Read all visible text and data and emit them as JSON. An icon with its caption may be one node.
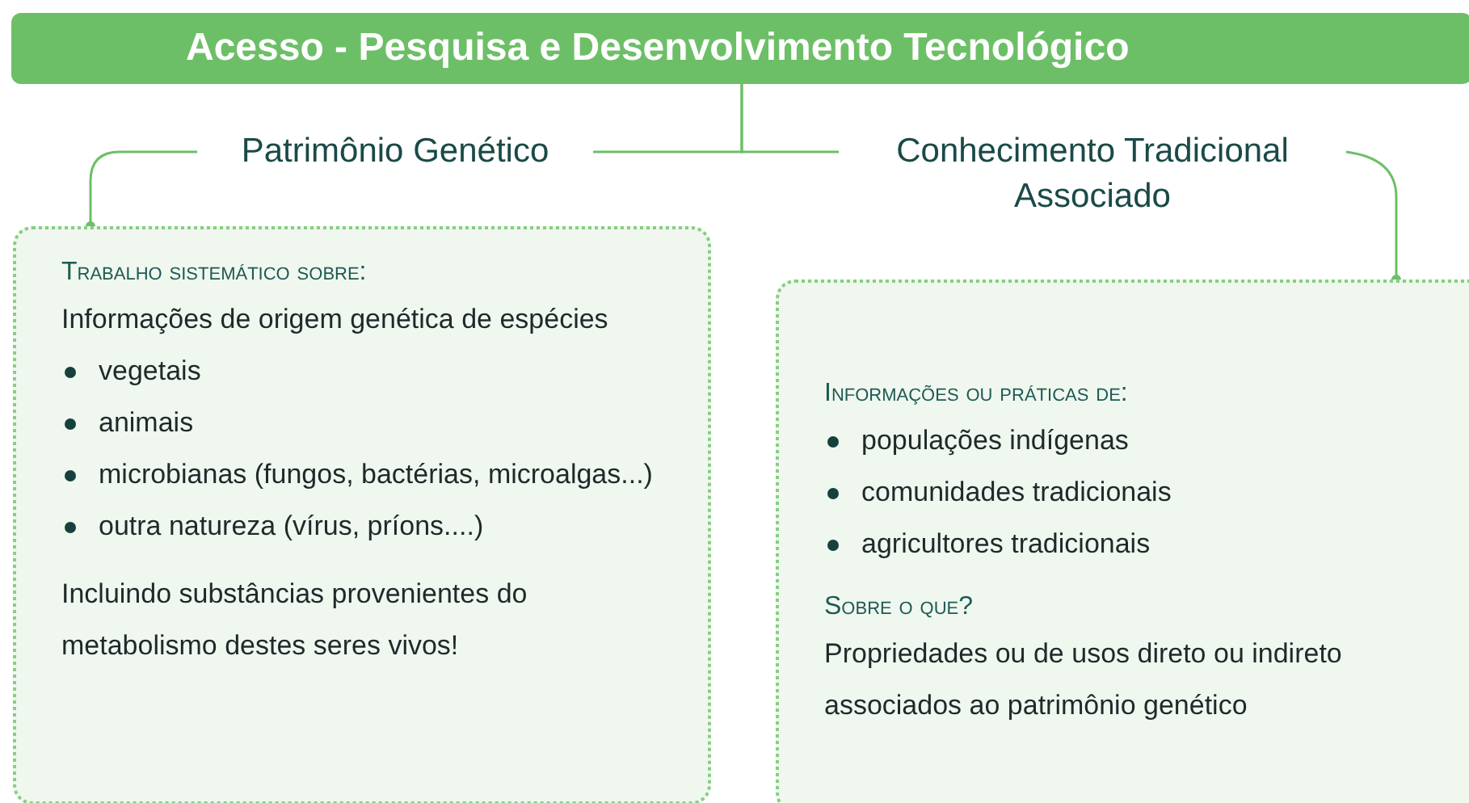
{
  "diagram": {
    "nodes": [
      {
        "text": [
          "Acesso - Pesquisa e Desenvolvimento Tecnológico"
        ]
      },
      {
        "text": [
          "Patrimônio Genético"
        ]
      },
      {
        "text": [
          "Conhecimento Tradicional Associado"
        ]
      },
      {
        "text": [
          "Trabalho sistemático sobre:",
          "Informações de origem genética de espécies",
          "vegetais",
          "animais",
          "microbianas (fungos, bactérias, microalgas...)",
          "outra natureza (vírus, príons....)",
          "Incluindo substâncias provenientes do metabolismo destes seres vivos!"
        ]
      },
      {
        "text": [
          "Informações ou práticas de:",
          "populações indígenas",
          "comunidades tradicionais",
          "agricultores tradicionais",
          "Sobre o que?",
          "Propriedades ou de usos direto ou indireto associados ao patrimônio genético"
        ]
      }
    ],
    "edges": [
      {
        "from": 0,
        "to": 1,
        "arrow": "none"
      },
      {
        "from": 0,
        "to": 2,
        "arrow": "none"
      },
      {
        "from": 1,
        "to": 3,
        "arrow": "other"
      },
      {
        "from": 2,
        "to": 4,
        "arrow": "other"
      }
    ]
  }
}
